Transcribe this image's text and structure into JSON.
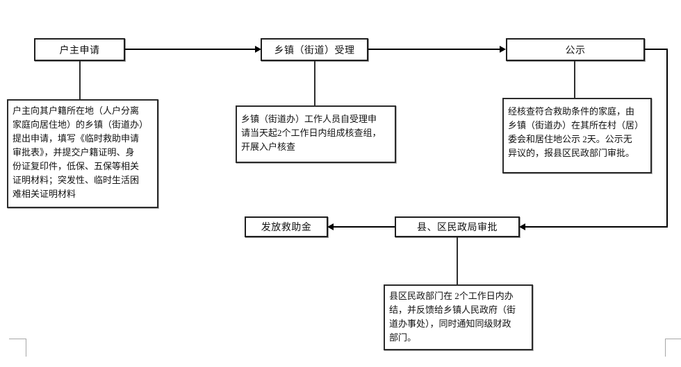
{
  "flowchart": {
    "nodes": {
      "apply": "户主申请",
      "accept": "乡镇（街道）受理",
      "publicity": "公示",
      "grant": "发放救助金",
      "approve": "县、区民政局审批"
    },
    "notes": {
      "apply": "户主向其户籍所在地（人户分离\n家庭向居住地）的乡镇（街道办）\n提出申请，填写《临时救助申请\n审批表》，并提交户籍证明、身\n份证复印件，低保、五保等相关\n证明材料；突发性、临时生活困\n难相关证明材料",
      "accept": "乡镇（街道办）工作人员自受理申\n请当天起2个工作日内组成核查组，\n开展入户核查",
      "publicity": "经核查符合救助条件的家庭，由\n乡镇（街道办）在其所在村（居）\n委会和居住地公示 2天。公示无\n异议的，报县区民政部门审批。",
      "approve": "县区民政部门在 2个工作日内办\n结，并反馈给乡镇人民政府（街\n道办事处），同时通知同级财政\n部门。"
    },
    "colors": {
      "line": "#000000",
      "border": "#1f1f1f",
      "background": "#ffffff",
      "corner_mark": "#a6a6a6"
    }
  }
}
